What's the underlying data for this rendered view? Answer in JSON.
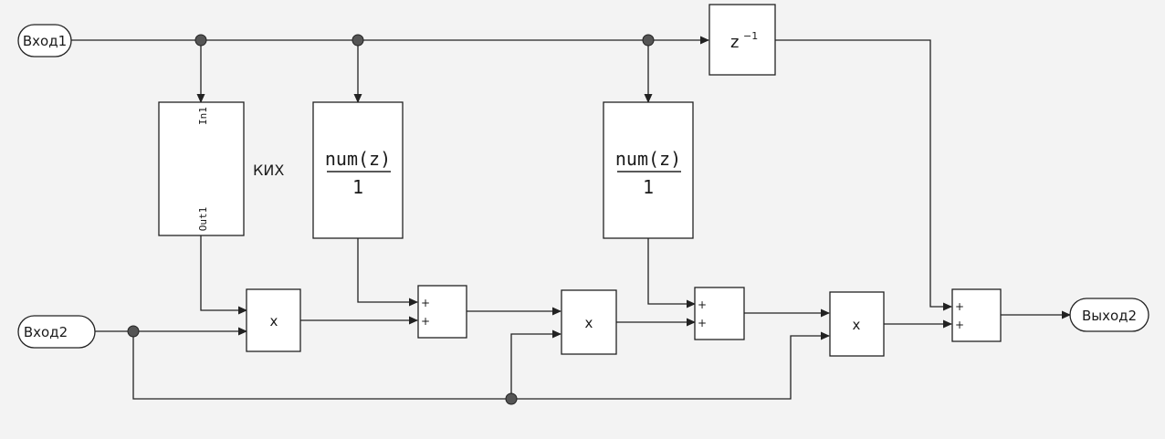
{
  "diagram": {
    "ports": {
      "input1": "Вход1",
      "input2": "Вход2",
      "output2": "Выход2"
    },
    "subsystem": {
      "name": "КИХ",
      "in_port": "In1",
      "out_port": "Out1"
    },
    "delay": {
      "base": "z",
      "exponent": "−1"
    },
    "filter1": {
      "numerator": "num(z)",
      "denominator": "1"
    },
    "filter2": {
      "numerator": "num(z)",
      "denominator": "1"
    },
    "products": {
      "p1": "x",
      "p2": "x",
      "p3": "x"
    },
    "sums": {
      "s1": [
        "+",
        "+"
      ],
      "s2": [
        "+",
        "+"
      ],
      "s3": [
        "+",
        "+"
      ]
    },
    "colors": {
      "background": "#f3f3f3",
      "block_fill": "#ffffff",
      "line": "#222222",
      "junction": "#555555"
    }
  }
}
